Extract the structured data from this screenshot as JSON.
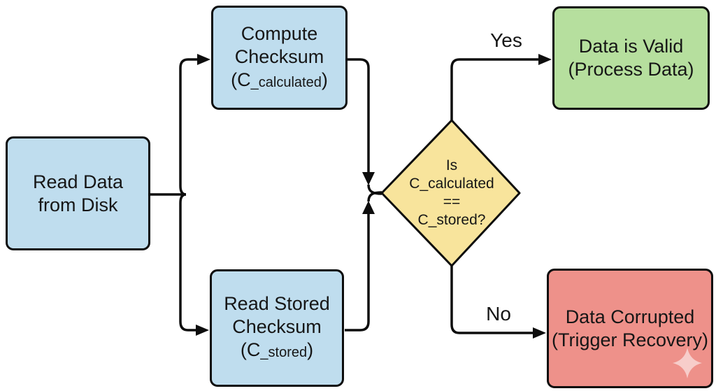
{
  "colors": {
    "process_fill": "#bfddee",
    "decision_fill": "#f8e49c",
    "success_fill": "#b6df9e",
    "error_fill": "#ee918a",
    "stroke": "#0d0d0d",
    "background": "#ffffff"
  },
  "nodes": {
    "read_data": {
      "line1": "Read Data",
      "line2": "from Disk"
    },
    "compute_checksum": {
      "line1": "Compute",
      "line2": "Checksum",
      "formula_open": "(C",
      "formula_sub": "_calculated",
      "formula_close": ")"
    },
    "read_stored_checksum": {
      "line1": "Read Stored",
      "line2": "Checksum",
      "formula_open": "(C",
      "formula_sub": "_stored",
      "formula_close": ")"
    },
    "decision": {
      "line1": "Is",
      "line2": "C_calculated",
      "line3": "==",
      "line4": "C_stored?"
    },
    "data_valid": {
      "line1": "Data is Valid",
      "line2": "(Process Data)"
    },
    "data_corrupted": {
      "line1": "Data Corrupted",
      "line2": "(Trigger Recovery)"
    }
  },
  "edges": {
    "yes_label": "Yes",
    "no_label": "No",
    "connections": [
      {
        "from": "read_data",
        "to": "compute_checksum",
        "label": ""
      },
      {
        "from": "read_data",
        "to": "read_stored_checksum",
        "label": ""
      },
      {
        "from": "compute_checksum",
        "to": "decision",
        "label": ""
      },
      {
        "from": "read_stored_checksum",
        "to": "decision",
        "label": ""
      },
      {
        "from": "decision",
        "to": "data_valid",
        "label": "Yes"
      },
      {
        "from": "decision",
        "to": "data_corrupted",
        "label": "No"
      }
    ]
  },
  "icons": {
    "sparkle": "sparkle-watermark-icon",
    "arrowhead": "arrowhead-icon"
  }
}
